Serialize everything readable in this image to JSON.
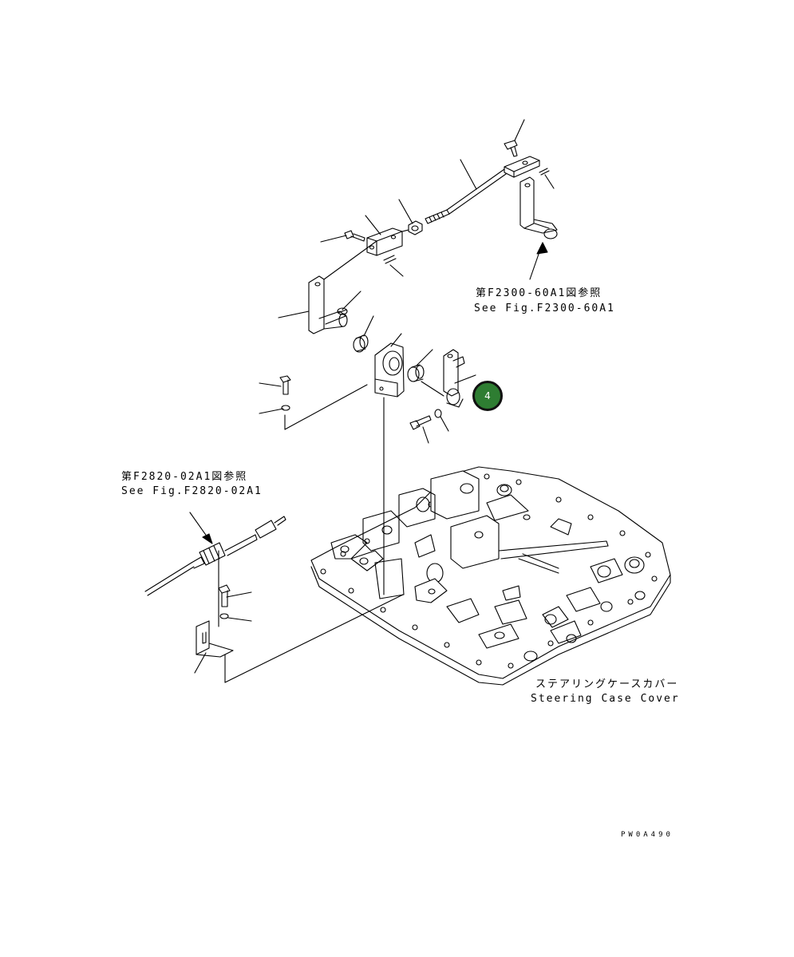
{
  "refs": {
    "fig_f2300_jp": "第F2300-60A1図参照",
    "fig_f2300_en": "See Fig.F2300-60A1",
    "fig_f2820_jp": "第F2820-02A1図参照",
    "fig_f2820_en": "See Fig.F2820-02A1"
  },
  "case_cover": {
    "jp": "ステアリングケースカバー",
    "en": "Steering Case Cover"
  },
  "callout": {
    "number": "4",
    "color": "#2e7d32"
  },
  "drawing_code": "PW0A490"
}
